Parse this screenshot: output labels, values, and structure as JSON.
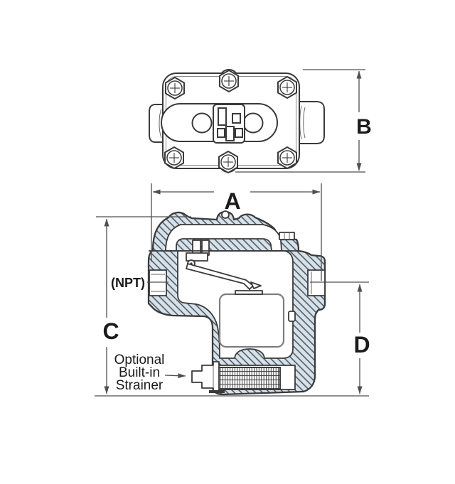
{
  "drawing": {
    "dimensions": {
      "a": "A",
      "b": "B",
      "c": "C",
      "d": "D"
    },
    "labels": {
      "npt": "(NPT)",
      "strainer": [
        "Optional",
        "Built-in",
        "Strainer"
      ]
    },
    "colors": {
      "line": "#3a3a3a",
      "dim_line": "#4f4f4f",
      "text": "#1b1b1b",
      "hatch_fill": "#d6e1ea",
      "hatch_stroke": "#49525c",
      "bucket_line": "#7d7d7d",
      "mesh_line": "#2f2f2f",
      "background": "#ffffff"
    }
  }
}
